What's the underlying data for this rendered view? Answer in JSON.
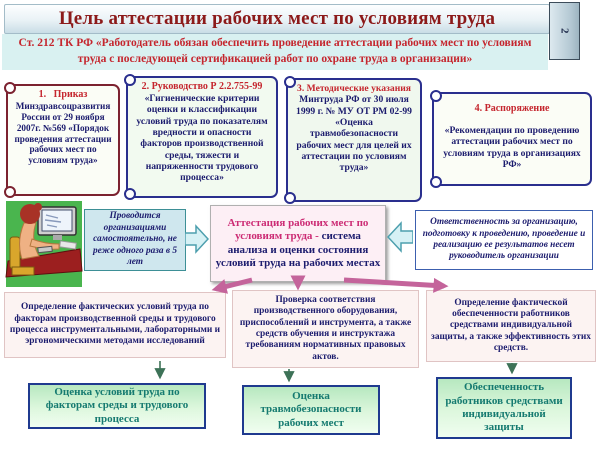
{
  "slide": {
    "page_number": "2",
    "title": "Цель  аттестации рабочих мест по условиям труда",
    "subtitle": "Ст. 212 ТК РФ «Работодатель обязан обеспечить проведение аттестации рабочих мест по условиям труда с последующей сертификацией работ по охране труда в организации»"
  },
  "documents": [
    {
      "heading": "1.   Приказ",
      "body": "Минздравсоцразвития России от 29 ноября 2007г. №569 «Порядок проведения аттестации рабочих мест по условиям труда»"
    },
    {
      "heading": "2. Руководство  Р 2.2.755-99",
      "body": "«Гигиенические критерии оценки и классификации условий труда по показателям вредности и опасности факторов производственной среды, тяжести и напряженности трудового процесса»"
    },
    {
      "heading": "3. Методические указания ",
      "body": "Минтруда РФ от  30 июля 1999 г. № МУ ОТ РМ 02-99 «Оценка травмобезопасности рабочих мест для целей их аттестации по условиям труда»"
    },
    {
      "heading": "4. Распоряжение",
      "body": "«Рекомендации по проведению аттестации рабочих мест по условиям труда в организациях  РФ»"
    }
  ],
  "process": {
    "frequency_note": "Проводится организациями самостоятельно, не реже одного раза в 5 лет",
    "definition_highlight": "Аттестация рабочих мест по условиям труда - ",
    "definition_rest": "система анализа и оценки состояния условий труда на рабочих местах",
    "responsibility_note": "Ответственность за организацию, подготовку к проведению, проведение и реализацию ее результатов несет руководитель организации"
  },
  "activities": [
    "Определение фактических условий труда по факторам производственной среды и трудового процесса инструментальными, лабораторными и эргономическими методами исследований",
    "Проверка соответствия производственного оборудования, приспособлений и инструмента, а также средств обучения и инструктажа требованиям нормативных правовых актов.",
    "Определение фактической обеспеченности работников средствами индивидуальной защиты, а также эффективность этих средств."
  ],
  "outcomes": [
    "Оценка условий труда по факторам среды и трудового процесса",
    "Оценка травмобезопасности рабочих мест",
    "Обеспеченность работников средствами индивидуальной защиты"
  ],
  "icons": {
    "worker_image": "person-working-at-computer"
  },
  "colors": {
    "title_red": "#8c1a1a",
    "accent_red": "#c5262e",
    "body_navy": "#1c1c6e",
    "outcome_teal": "#157a70",
    "arrow_pink": "#c4649b",
    "arrow_green": "#3d7257",
    "green_box_border": "#1f3a8f"
  }
}
